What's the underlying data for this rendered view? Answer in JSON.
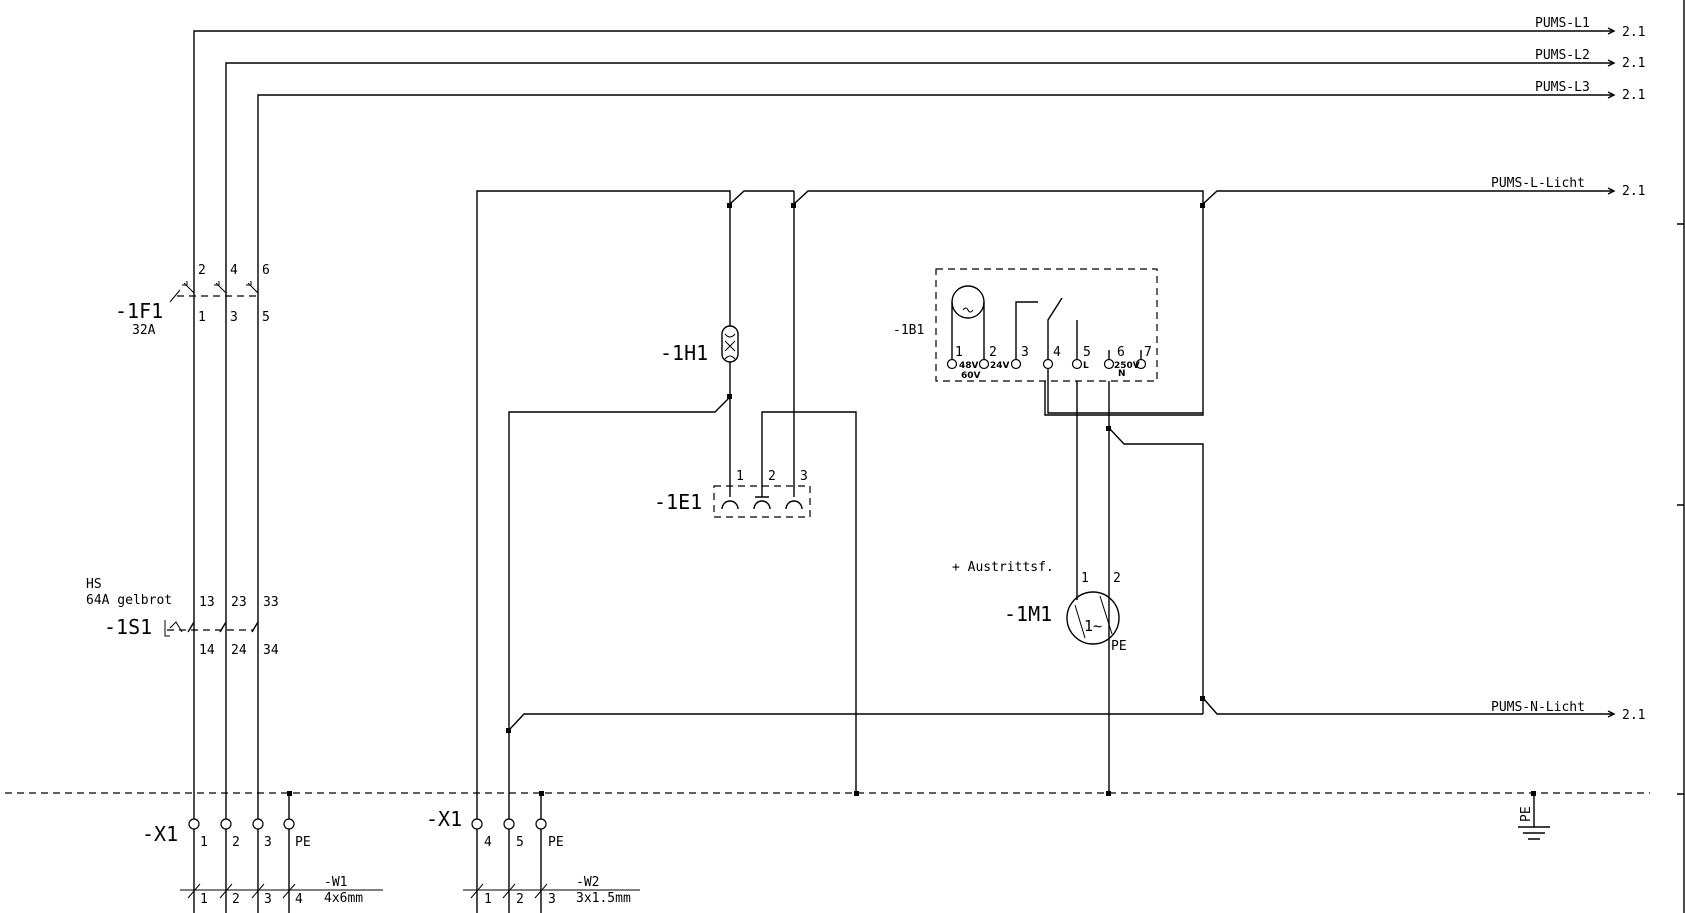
{
  "busbars": [
    {
      "label": "PUMS-L1",
      "ref": "2.1"
    },
    {
      "label": "PUMS-L2",
      "ref": "2.1"
    },
    {
      "label": "PUMS-L3",
      "ref": "2.1"
    },
    {
      "label": "PUMS-L-Licht",
      "ref": "2.1"
    },
    {
      "label": "PUMS-N-Licht",
      "ref": "2.1"
    }
  ],
  "f1": {
    "tag": "-1F1",
    "rating": "32A",
    "top": [
      "2",
      "4",
      "6"
    ],
    "bottom": [
      "1",
      "3",
      "5"
    ]
  },
  "s1": {
    "tag": "-1S1",
    "line1": "HS",
    "line2": "64A gelbrot",
    "top": [
      "13",
      "23",
      "33"
    ],
    "bottom": [
      "14",
      "24",
      "34"
    ]
  },
  "h1": {
    "tag": "-1H1"
  },
  "e1": {
    "tag": "-1E1",
    "pins": [
      "1",
      "2",
      "3"
    ]
  },
  "b1": {
    "tag": "-1B1",
    "pins": [
      "1",
      "2",
      "3",
      "4",
      "5",
      "6",
      "7"
    ],
    "sub": [
      "48V",
      "60V",
      "24V",
      "L",
      "250V",
      "N"
    ]
  },
  "m1": {
    "tag": "-1M1",
    "location": "+ Austrittsf.",
    "pins": [
      "1",
      "2"
    ],
    "pe": "PE",
    "symbol": "1~"
  },
  "x1a": {
    "tag": "-X1",
    "terms": [
      "1",
      "2",
      "3",
      "PE"
    ]
  },
  "x1b": {
    "tag": "-X1",
    "terms": [
      "4",
      "5",
      "PE"
    ]
  },
  "w1": {
    "tag": "-W1",
    "spec": "4x6mm",
    "cores": [
      "1",
      "2",
      "3",
      "4"
    ]
  },
  "w2": {
    "tag": "-W2",
    "spec": "3x1.5mm",
    "cores": [
      "1",
      "2",
      "3"
    ]
  },
  "ground": {
    "label": "PE"
  }
}
